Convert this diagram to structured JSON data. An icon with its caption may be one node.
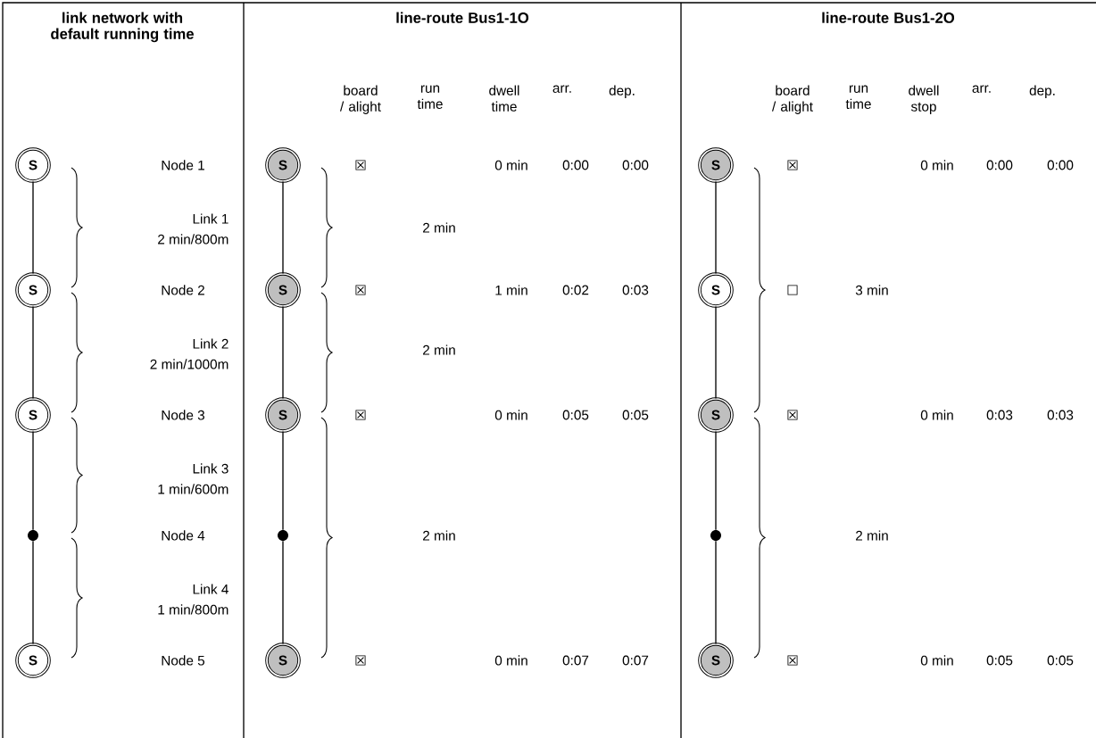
{
  "diagram": {
    "nodes": [
      {
        "text": [
          "S"
        ]
      },
      {
        "text": [
          "S"
        ]
      },
      {
        "text": [
          "S"
        ]
      },
      {
        "text": [],
        "shape": "circle"
      },
      {
        "text": [
          "S"
        ]
      },
      {
        "text": [
          "S"
        ]
      },
      {
        "text": [
          "S"
        ]
      },
      {
        "text": [
          "S"
        ]
      },
      {
        "text": [],
        "shape": "circle"
      },
      {
        "text": [
          "S"
        ]
      },
      {
        "text": [
          "S"
        ]
      },
      {
        "text": [
          "S"
        ]
      },
      {
        "text": [
          "S"
        ]
      },
      {
        "text": [],
        "shape": "circle"
      },
      {
        "text": [
          "S"
        ]
      }
    ],
    "edges": [
      {
        "from": 0,
        "to": 1,
        "arrow": "none"
      },
      {
        "from": 1,
        "to": 2,
        "arrow": "none"
      },
      {
        "from": 2,
        "to": 3,
        "arrow": "none"
      },
      {
        "from": 3,
        "to": 4,
        "arrow": "none"
      },
      {
        "from": 5,
        "to": 6,
        "arrow": "none"
      },
      {
        "from": 6,
        "to": 7,
        "arrow": "none"
      },
      {
        "from": 7,
        "to": 8,
        "arrow": "none"
      },
      {
        "from": 8,
        "to": 9,
        "arrow": "none"
      },
      {
        "from": 10,
        "to": 11,
        "arrow": "none"
      },
      {
        "from": 11,
        "to": 12,
        "arrow": "none"
      },
      {
        "from": 12,
        "to": 13,
        "arrow": "none"
      },
      {
        "from": 13,
        "to": 14,
        "arrow": "none"
      }
    ],
    "labels": [
      "link network with default running time",
      "line-route Bus1-1O",
      "line-route Bus1-2O",
      "board / alight",
      "run time",
      "dwell time",
      "arr.",
      "dep.",
      "board / alight",
      "run time",
      "dwell stop",
      "arr.",
      "dep.",
      "Node 1",
      "☒",
      "0 min",
      "0:00",
      "0:00",
      "☒",
      "0 min",
      "0:00",
      "0:00",
      "Link 1",
      "2 min/800m",
      "2 min",
      "Node 2",
      "☒",
      "1 min",
      "0:02",
      "0:03",
      "☐",
      "3 min",
      "Link 2",
      "2 min/1000m",
      "2 min",
      "Node 3",
      "☒",
      "0 min",
      "0:05",
      "0:05",
      "☒",
      "0 min",
      "0:03",
      "0:03",
      "Link 3",
      "1 min/600m",
      "Node 4",
      "2 min",
      "2 min",
      "Link 4",
      "1 min/800m",
      "Node 5",
      "☒",
      "0 min",
      "0:07",
      "0:07",
      "☒",
      "0 min",
      "0:05",
      "0:05"
    ]
  }
}
